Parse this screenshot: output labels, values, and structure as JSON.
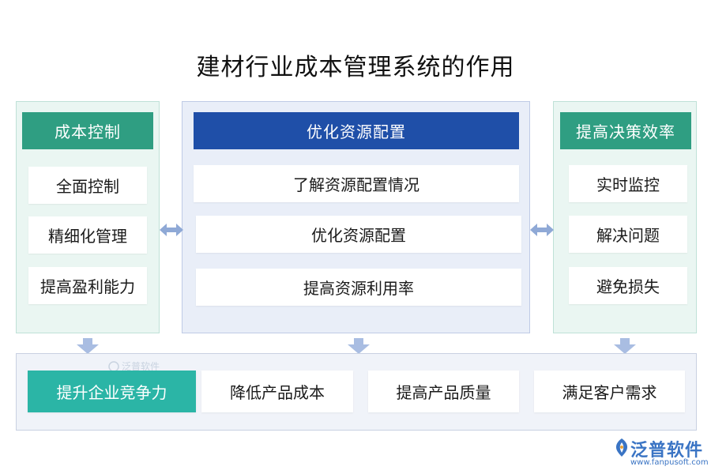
{
  "title": "建材行业成本管理系统的作用",
  "left": {
    "header": "成本控制",
    "items": [
      "全面控制",
      "精细化管理",
      "提高盈利能力"
    ]
  },
  "middle": {
    "header": "优化资源配置",
    "items": [
      "了解资源配置情况",
      "优化资源配置",
      "提高资源利用率"
    ]
  },
  "right": {
    "header": "提高决策效率",
    "items": [
      "实时监控",
      "解决问题",
      "避免损失"
    ]
  },
  "bottom": {
    "items": [
      "提升企业竞争力",
      "降低产品成本",
      "提高产品质量",
      "满足客户需求"
    ]
  },
  "watermark": "泛普软件",
  "logo": {
    "name": "泛普软件",
    "url": "www.fanpusoft.com"
  },
  "colors": {
    "green": "#2f9e82",
    "blue": "#1f4fa8",
    "teal": "#2bb5a6",
    "arrow": "#8fa9d6"
  }
}
